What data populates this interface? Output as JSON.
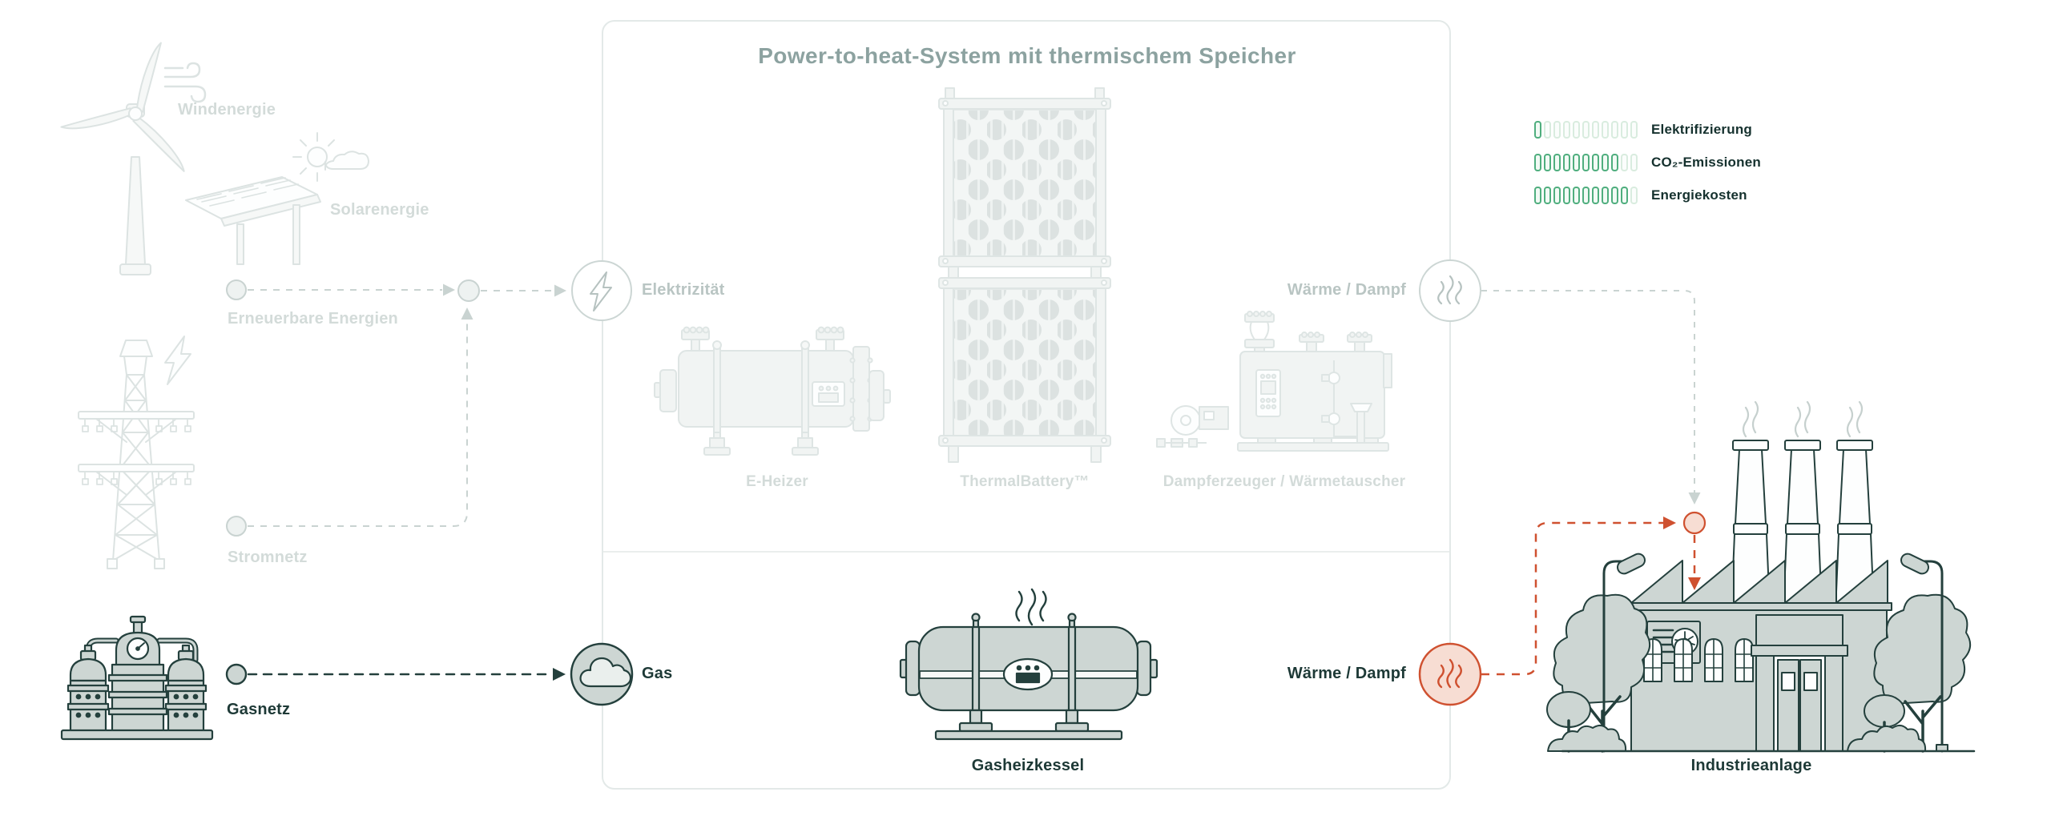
{
  "title": "Power-to-heat-System mit thermischem Speicher",
  "left": {
    "wind_label": "Windenergie",
    "solar_label": "Solarenergie",
    "renewables_label": "Erneuerbare Energien",
    "grid_label": "Stromnetz",
    "gasnet_label": "Gasnetz"
  },
  "box": {
    "electricity_label": "Elektrizität",
    "gas_label": "Gas",
    "eheater_label": "E-Heizer",
    "thermal_battery_label": "ThermalBattery™",
    "steam_generator_label": "Dampferzeuger / Wärmetauscher",
    "gas_boiler_label": "Gasheizkessel",
    "heat_top_label": "Wärme / Dampf",
    "heat_bottom_label": "Wärme / Dampf"
  },
  "right": {
    "factory_label": "Industrieanlage"
  },
  "legend": {
    "rows": [
      {
        "label": "Elektrifizierung",
        "filled": 1,
        "total": 11
      },
      {
        "label": "CO₂-Emissionen",
        "filled": 9,
        "total": 11
      },
      {
        "label": "Energiekosten",
        "filled": 10,
        "total": 11
      }
    ]
  },
  "colors": {
    "accent_red": "#cf5130",
    "accent_green": "#4fae7e",
    "ink": "#1d3936",
    "faded_stroke": "#dce3e2",
    "active_fill": "#cdd6d3"
  }
}
